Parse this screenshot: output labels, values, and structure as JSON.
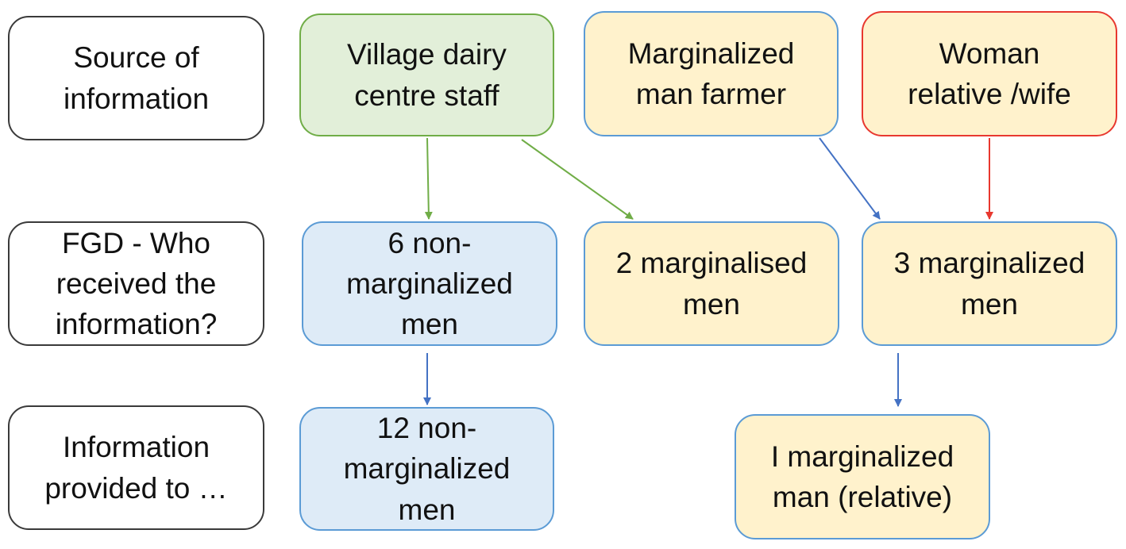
{
  "row_labels": {
    "source": "Source of\ninformation",
    "fgd": "FGD - Who\nreceived the\ninformation?",
    "provided": "Information\nprovided to …"
  },
  "sources": {
    "village": "Village dairy\ncentre staff",
    "marginalized_farmer": "Marginalized\nman farmer",
    "woman": "Woman\nrelative /wife"
  },
  "received": {
    "six": "6 non-\nmarginalized\nmen",
    "two": "2 marginalised\nmen",
    "three": "3 marginalized\nmen"
  },
  "provided_to": {
    "twelve": "12 non-\nmarginalized\nmen",
    "one": "I marginalized\nman (relative)"
  },
  "colors": {
    "green_arrow": "#70ad47",
    "blue_arrow": "#4472c4",
    "red_arrow": "#e8382f"
  }
}
